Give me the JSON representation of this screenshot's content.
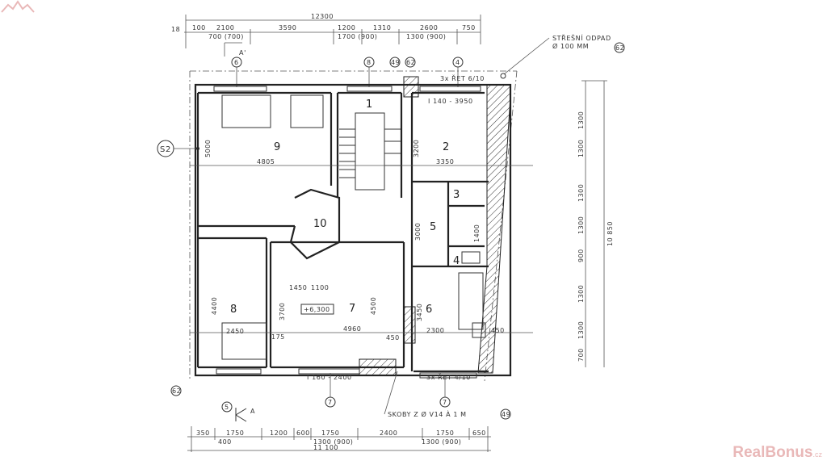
{
  "rooms": {
    "r1": "1",
    "r2": "2",
    "r3": "3",
    "r4": "4",
    "r5": "5",
    "r6": "6",
    "r7": "7",
    "r8": "8",
    "r9": "9",
    "r10": "10"
  },
  "top_dims": {
    "total": "12300",
    "a": "18",
    "b": "100",
    "c": "2100",
    "c2": "700 (700)",
    "d": "3590",
    "e": "1200",
    "e2": "1700 (900)",
    "f": "1310",
    "g": "2600",
    "g2": "1300 (900)",
    "h": "750"
  },
  "bottom_dims": {
    "a": "350",
    "b": "1750",
    "b2": "400",
    "c": "1200",
    "d": "600",
    "e": "1750",
    "e2": "1300 (900)",
    "f": "2400",
    "g": "1750",
    "g2": "1300 (900)",
    "h": "650",
    "total": "11 100"
  },
  "right_dims": {
    "total": "10 850",
    "s1": "1300",
    "s2": "1300",
    "s3": "1300",
    "s4": "1300",
    "s5": "900",
    "s6": "1300",
    "s7": "1300",
    "s8": "700"
  },
  "room_dims": {
    "r9w": "4805",
    "r9h": "5000",
    "r2h": "3200",
    "r2w": "3350",
    "r8h": "4400",
    "r8w": "2450",
    "r7h": "3700",
    "r7h2": "4500",
    "r7w": "4960",
    "r7a": "1450",
    "r7b": "1100",
    "r6h": "3450",
    "r6w": "2300",
    "wall450": "450",
    "wall450b": "450",
    "d175": "175",
    "r5h": "3000",
    "r4h": "1400"
  },
  "annotations": {
    "roof_drain_1": "STŘEŠNÍ ODPAD",
    "roof_drain_2": "Ø 100 MM",
    "roof_drain_ref": "62",
    "beam_top": "3x ŘET 6/10",
    "beam_top2": "I 140 - 3950",
    "beam_bottom": "I 160 - 2400",
    "beam_bottom2": "3x ŘET 4/10",
    "brackets": "SKOBY Z Ø V14 À 1 M",
    "brackets_ref": "49",
    "level": "+6,300",
    "section_label_top": "A'",
    "section_label_bottom": "A",
    "section_s2": "S2"
  },
  "markers": {
    "m_top1": "6",
    "m_top2": "8",
    "m_top3": "49",
    "m_top4": "62",
    "m_top5": "4",
    "m_bot1": "5",
    "m_bot2": "7",
    "m_bot3": "7",
    "m_left": "62"
  },
  "watermark": {
    "brand": "RealBonus",
    "tld": ".cz"
  }
}
